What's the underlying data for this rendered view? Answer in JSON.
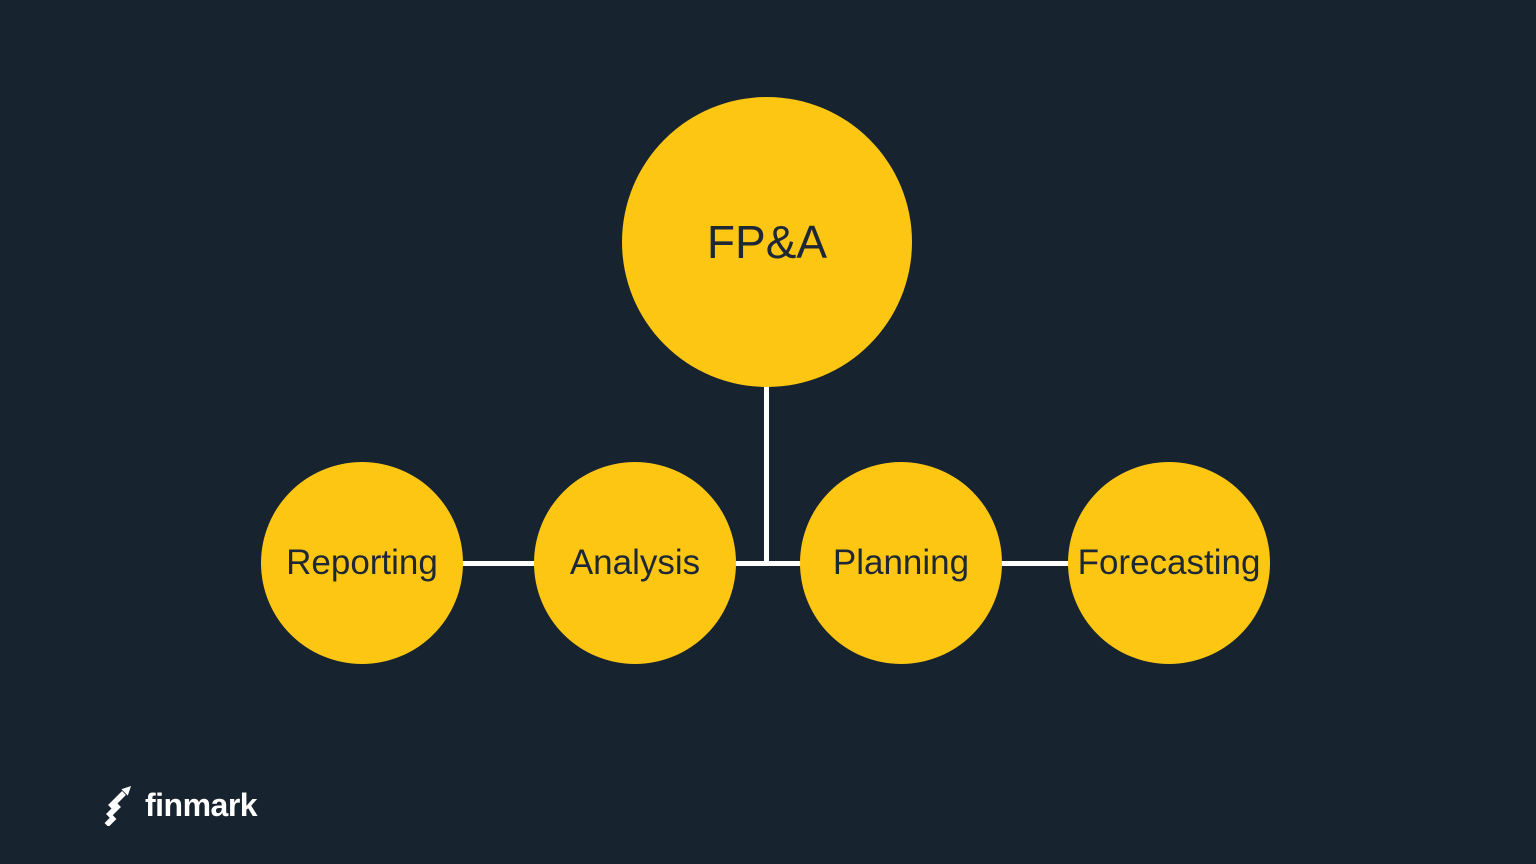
{
  "colors": {
    "background": "#17232e",
    "node-fill": "#fcc613",
    "node-text": "#1e2834",
    "connector": "#ffffff",
    "logo-text": "#ffffff"
  },
  "diagram": {
    "root": {
      "label": "FP&A"
    },
    "children": [
      {
        "label": "Reporting"
      },
      {
        "label": "Analysis"
      },
      {
        "label": "Planning"
      },
      {
        "label": "Forecasting"
      }
    ]
  },
  "footer": {
    "logo_text": "finmark",
    "logo_icon": "trending-arrow-icon"
  }
}
